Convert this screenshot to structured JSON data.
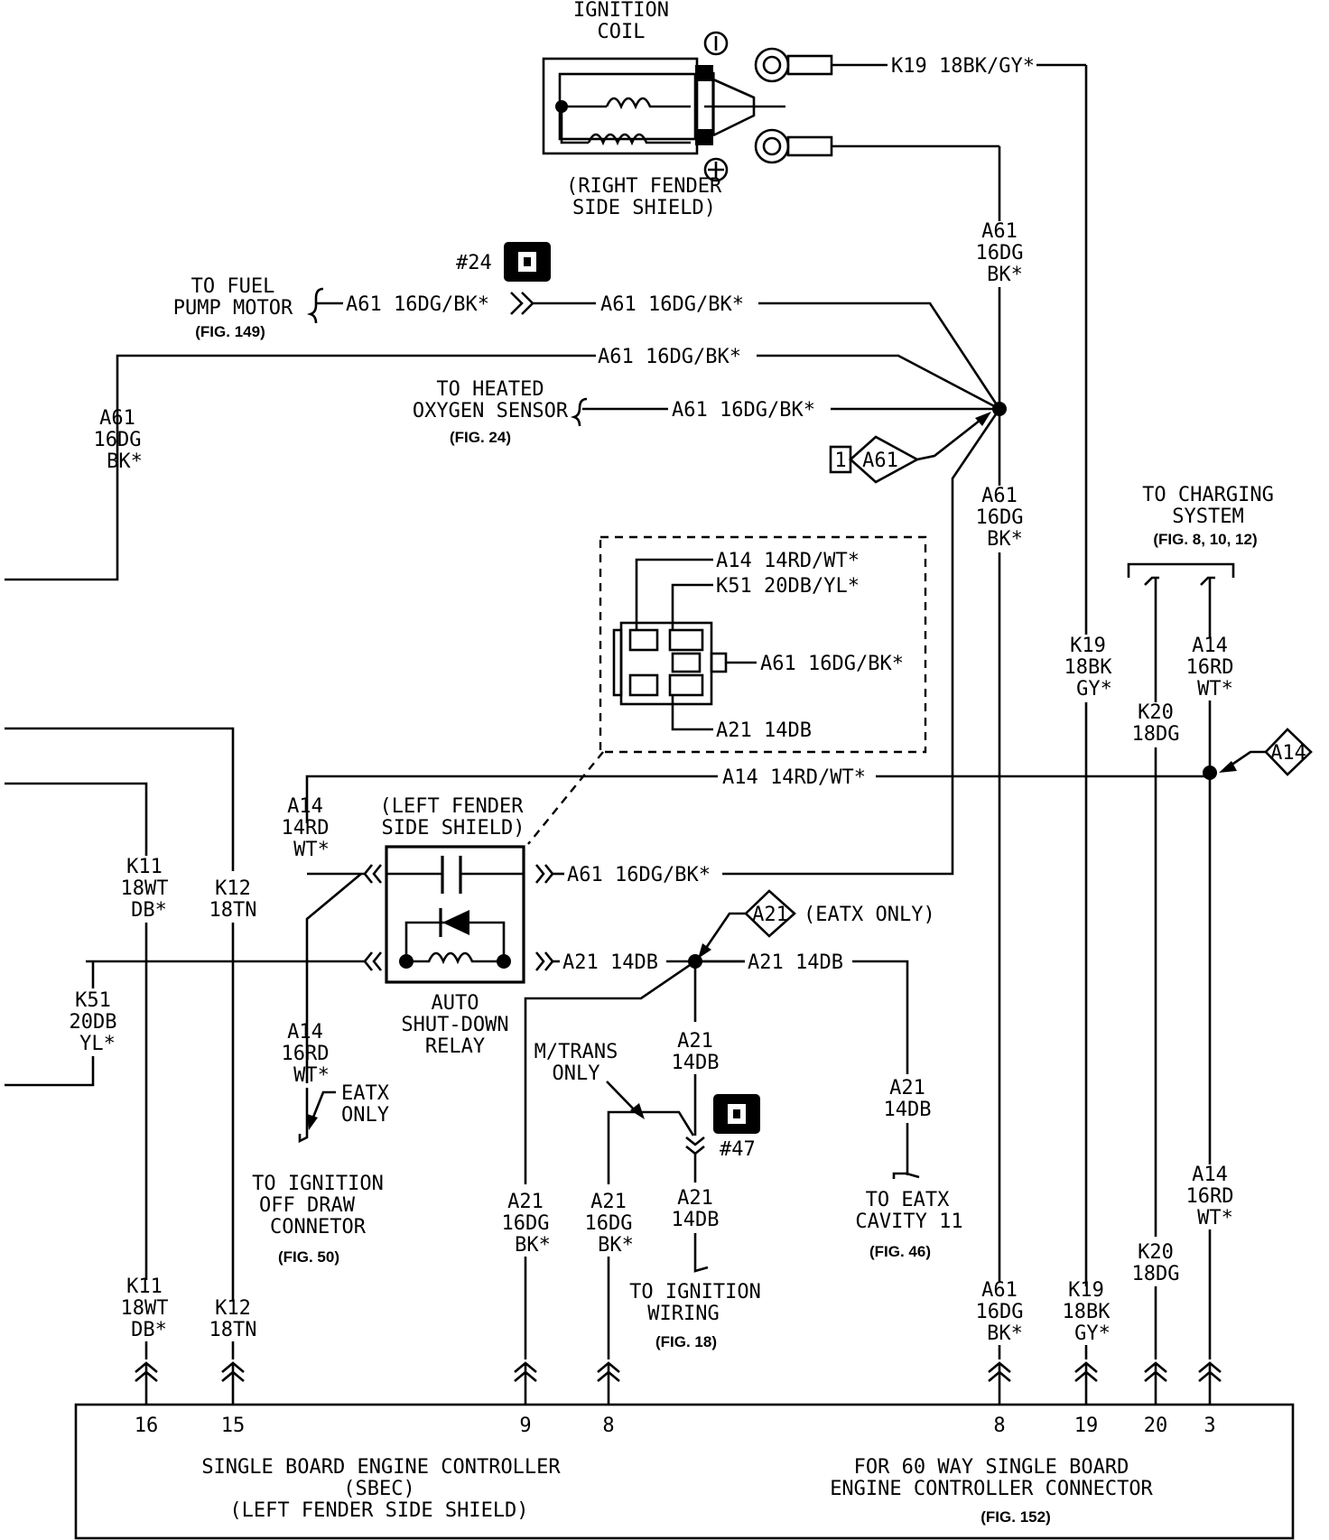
{
  "colors": {
    "line": "#000000",
    "background": "#ffffff"
  },
  "ignition_coil": {
    "title_line1": "IGNITION",
    "title_line2": "COIL",
    "neg_terminal": "-",
    "pos_terminal": "+",
    "location_line1": "(RIGHT FENDER",
    "location_line2": "SIDE SHIELD)"
  },
  "connectors": {
    "c24": "#24",
    "c47": "#47"
  },
  "top_wires": {
    "k19_coil": "K19  18BK/GY*",
    "a61_coil_1": "A61",
    "a61_coil_2": "16DG",
    "a61_coil_3": "BK*"
  },
  "fuel_pump": {
    "dest_line1": "TO FUEL",
    "dest_line2": "PUMP MOTOR",
    "fig": "(FIG. 149)",
    "wire_left": "A61  16DG/BK*",
    "wire_right": "A61  16DG/BK*"
  },
  "a61_long": "A61  16DG/BK*",
  "a61_left_vertical": {
    "l1": "A61",
    "l2": "16DG",
    "l3": "BK*"
  },
  "heated_o2": {
    "dest_line1": "TO HEATED",
    "dest_line2": "OXYGEN SENSOR",
    "fig": "(FIG. 24)",
    "wire": "A61  16DG/BK*"
  },
  "splice_a61": {
    "num": "1",
    "id": "A61"
  },
  "a61_mid_vertical": {
    "l1": "A61",
    "l2": "16DG",
    "l3": "BK*"
  },
  "charging": {
    "dest_line1": "TO CHARGING",
    "dest_line2": "SYSTEM",
    "fig": "(FIG. 8, 10, 12)"
  },
  "relay_inset": {
    "a14": "A14  14RD/WT*",
    "k51": "K51  20DB/YL*",
    "a61": "A61  16DG/BK*",
    "a21": "A21  14DB"
  },
  "k19_vertical": {
    "l1": "K19",
    "l2": "18BK",
    "l3": "GY*"
  },
  "a14_vertical_upper": {
    "l1": "A14",
    "l2": "16RD",
    "l3": "WT*"
  },
  "k20_vertical_upper": {
    "l1": "K20",
    "l2": "18DG"
  },
  "splice_a14": {
    "id": "A14"
  },
  "a14_horizontal": "A14  14RD/WT*",
  "a14_left_label": {
    "l1": "A14",
    "l2": "14RD",
    "l3": "WT*"
  },
  "relay": {
    "location_line1": "(LEFT FENDER",
    "location_line2": "SIDE SHIELD)",
    "name_line1": "AUTO",
    "name_line2": "SHUT-DOWN",
    "name_line3": "RELAY",
    "a61_out": "A61  16DG/BK*",
    "a21_out": "A21  14DB"
  },
  "k11_upper": {
    "l1": "K11",
    "l2": "18WT",
    "l3": "DB*"
  },
  "k12_upper": {
    "l1": "K12",
    "l2": "18TN"
  },
  "splice_a21": {
    "id": "A21",
    "note": "(EATX ONLY)"
  },
  "a21_to_eatx_wire": "A21  14DB",
  "k51_label": {
    "l1": "K51",
    "l2": "20DB",
    "l3": "YL*"
  },
  "a14_ignoff": {
    "l1": "A14",
    "l2": "16RD",
    "l3": "WT*",
    "note1": "EATX",
    "note2": "ONLY"
  },
  "ign_off_draw": {
    "dest_line1": "TO IGNITION",
    "dest_line2": "OFF DRAW",
    "dest_line3": "CONNETOR",
    "fig": "(FIG. 50)"
  },
  "a21_mid": {
    "l1": "A21",
    "l2": "14DB"
  },
  "mtrans": {
    "l1": "M/TRANS",
    "l2": "ONLY"
  },
  "a21_eatx_vertical": {
    "l1": "A21",
    "l2": "14DB"
  },
  "eatx": {
    "dest_line1": "TO EATX",
    "dest_line2": "CAVITY 11",
    "fig": "(FIG. 46)"
  },
  "a21_lower": {
    "l1": "A21",
    "l2": "14DB"
  },
  "ign_wiring": {
    "dest_line1": "TO IGNITION",
    "dest_line2": "WIRING",
    "fig": "(FIG. 18)"
  },
  "a21_pin9": {
    "l1": "A21",
    "l2": "16DG",
    "l3": "BK*"
  },
  "a21_pin8": {
    "l1": "A21",
    "l2": "16DG",
    "l3": "BK*"
  },
  "a14_lower": {
    "l1": "A14",
    "l2": "16RD",
    "l3": "WT*"
  },
  "k20_lower": {
    "l1": "K20",
    "l2": "18DG"
  },
  "bottom_wires": {
    "k11": {
      "l1": "K11",
      "l2": "18WT",
      "l3": "DB*"
    },
    "k12": {
      "l1": "K12",
      "l2": "18TN"
    },
    "a61": {
      "l1": "A61",
      "l2": "16DG",
      "l3": "BK*"
    },
    "k19": {
      "l1": "K19",
      "l2": "18BK",
      "l3": "GY*"
    }
  },
  "pins": [
    "16",
    "15",
    "9",
    "8",
    "8",
    "19",
    "20",
    "3"
  ],
  "controller": {
    "left_line1": "SINGLE BOARD ENGINE CONTROLLER",
    "left_line2": "(SBEC)",
    "left_line3": "(LEFT FENDER SIDE SHIELD)",
    "right_line1": "FOR 60 WAY SINGLE BOARD",
    "right_line2": "ENGINE CONTROLLER CONNECTOR",
    "right_fig": "(FIG. 152)"
  }
}
